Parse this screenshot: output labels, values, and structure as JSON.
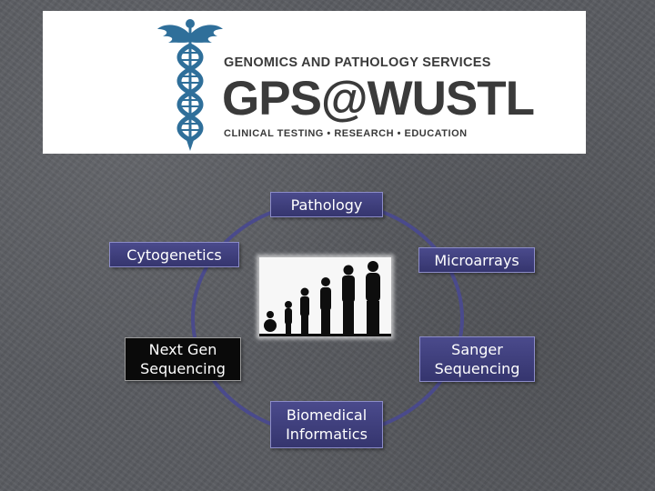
{
  "logo": {
    "line1": "GENOMICS AND PATHOLOGY SERVICES",
    "line2": "GPS@WUSTL",
    "line3": "CLINICAL TESTING • RESEARCH • EDUCATION",
    "icon": "caduceus-dna-icon"
  },
  "diagram": {
    "nodes": {
      "pathology": "Pathology",
      "cytogenetics": "Cytogenetics",
      "microarrays": "Microarrays",
      "next_gen_1": "Next Gen",
      "next_gen_2": "Sequencing",
      "sanger_1": "Sanger",
      "sanger_2": "Sequencing",
      "biomed_1": "Biomedical",
      "biomed_2": "Informatics"
    },
    "center_image": "human-growth-silhouettes-image"
  },
  "colors": {
    "background": "#5a5c61",
    "ring": "#4a4a8c",
    "node_purple": "#3f3f7e",
    "node_black": "#0a0a0a",
    "logo_blue": "#2f6f9a"
  }
}
